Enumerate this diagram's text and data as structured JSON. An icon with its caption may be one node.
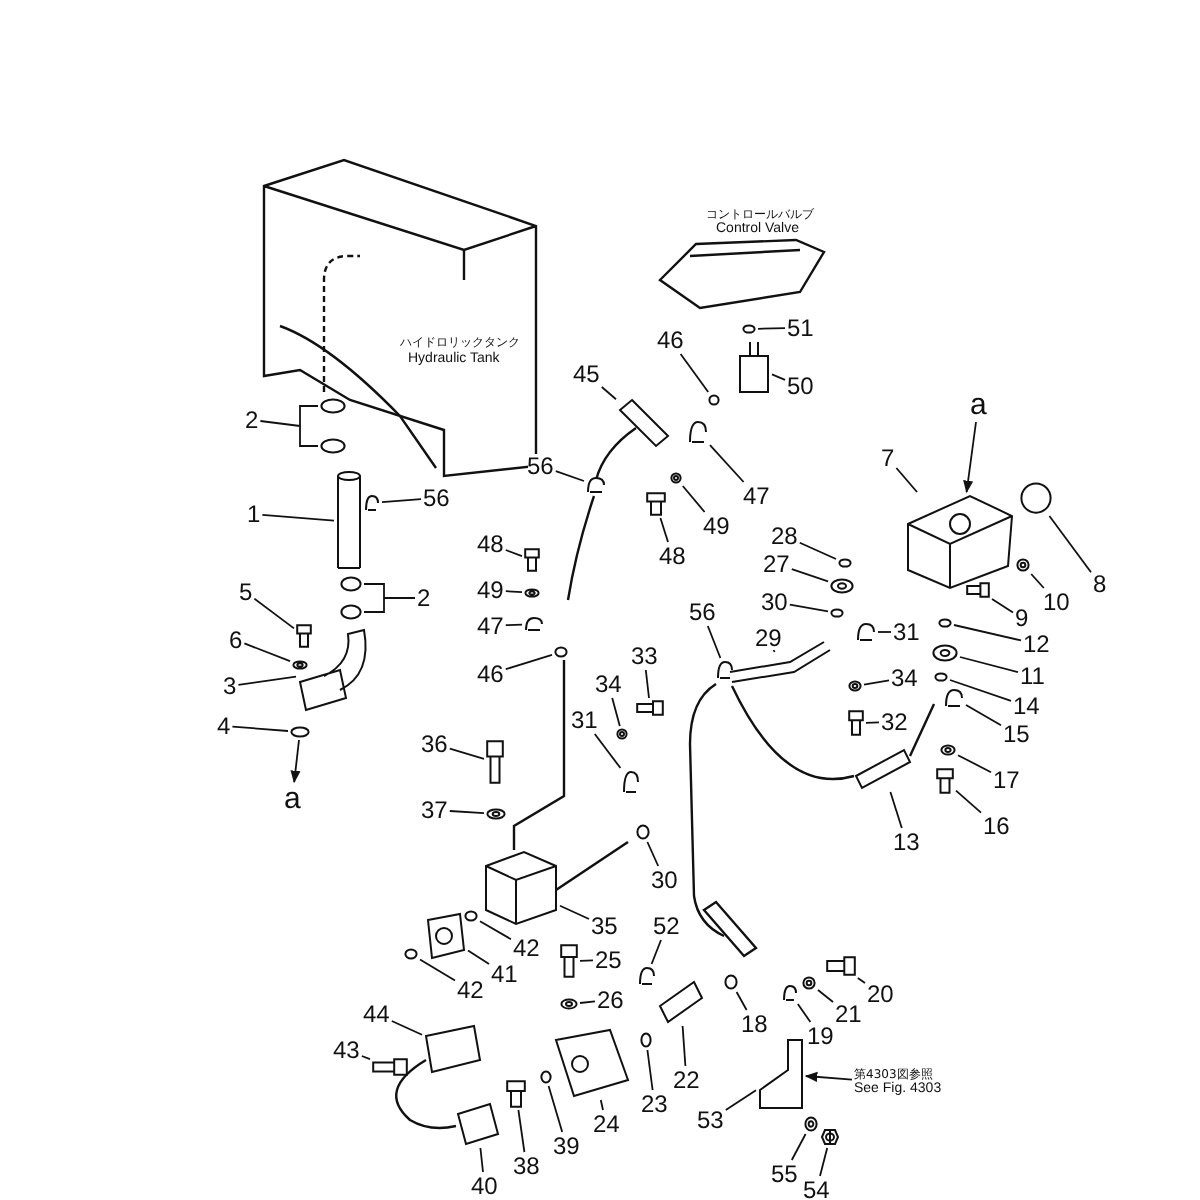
{
  "diagram": {
    "nodes": [
      {
        "text": [
          "ハイドロリックタンク",
          "Hydraulic Tank"
        ]
      },
      {
        "text": [
          "コントロールバルブ",
          "Control Valve"
        ]
      },
      {
        "text": [
          "第4303図参照",
          "See Fig. 4303"
        ]
      },
      {
        "text": [
          "a"
        ]
      },
      {
        "text": [
          "a"
        ]
      },
      {
        "text": [
          "2"
        ]
      },
      {
        "text": [
          "1"
        ]
      },
      {
        "text": [
          "56"
        ]
      },
      {
        "text": [
          "5"
        ]
      },
      {
        "text": [
          "2"
        ]
      },
      {
        "text": [
          "6"
        ]
      },
      {
        "text": [
          "3"
        ]
      },
      {
        "text": [
          "4"
        ]
      },
      {
        "text": [
          "36"
        ]
      },
      {
        "text": [
          "37"
        ]
      },
      {
        "text": [
          "48"
        ]
      },
      {
        "text": [
          "49"
        ]
      },
      {
        "text": [
          "47"
        ]
      },
      {
        "text": [
          "46"
        ]
      },
      {
        "text": [
          "56"
        ]
      },
      {
        "text": [
          "33"
        ]
      },
      {
        "text": [
          "34"
        ]
      },
      {
        "text": [
          "31"
        ]
      },
      {
        "text": [
          "30"
        ]
      },
      {
        "text": [
          "35"
        ]
      },
      {
        "text": [
          "42"
        ]
      },
      {
        "text": [
          "41"
        ]
      },
      {
        "text": [
          "42"
        ]
      },
      {
        "text": [
          "44"
        ]
      },
      {
        "text": [
          "43"
        ]
      },
      {
        "text": [
          "40"
        ]
      },
      {
        "text": [
          "38"
        ]
      },
      {
        "text": [
          "39"
        ]
      },
      {
        "text": [
          "24"
        ]
      },
      {
        "text": [
          "25"
        ]
      },
      {
        "text": [
          "26"
        ]
      },
      {
        "text": [
          "52"
        ]
      },
      {
        "text": [
          "23"
        ]
      },
      {
        "text": [
          "22"
        ]
      },
      {
        "text": [
          "53"
        ]
      },
      {
        "text": [
          "18"
        ]
      },
      {
        "text": [
          "20"
        ]
      },
      {
        "text": [
          "21"
        ]
      },
      {
        "text": [
          "19"
        ]
      },
      {
        "text": [
          "55"
        ]
      },
      {
        "text": [
          "54"
        ]
      },
      {
        "text": [
          "13"
        ]
      },
      {
        "text": [
          "16"
        ]
      },
      {
        "text": [
          "17"
        ]
      },
      {
        "text": [
          "15"
        ]
      },
      {
        "text": [
          "14"
        ]
      },
      {
        "text": [
          "11"
        ]
      },
      {
        "text": [
          "12"
        ]
      },
      {
        "text": [
          "9"
        ]
      },
      {
        "text": [
          "10"
        ]
      },
      {
        "text": [
          "8"
        ]
      },
      {
        "text": [
          "7"
        ]
      },
      {
        "text": [
          "28"
        ]
      },
      {
        "text": [
          "27"
        ]
      },
      {
        "text": [
          "30"
        ]
      },
      {
        "text": [
          "29"
        ]
      },
      {
        "text": [
          "31"
        ]
      },
      {
        "text": [
          "34"
        ]
      },
      {
        "text": [
          "32"
        ]
      },
      {
        "text": [
          "46"
        ]
      },
      {
        "text": [
          "51"
        ]
      },
      {
        "text": [
          "50"
        ]
      },
      {
        "text": [
          "45"
        ]
      },
      {
        "text": [
          "47"
        ]
      },
      {
        "text": [
          "49"
        ]
      },
      {
        "text": [
          "48"
        ]
      },
      {
        "text": [
          "56"
        ]
      },
      {
        "text": [],
        "shape": "picture"
      },
      {
        "text": [],
        "shape": "picture"
      },
      {
        "text": [],
        "shape": "picture"
      },
      {
        "text": [],
        "shape": "picture"
      },
      {
        "text": [],
        "shape": "picture"
      },
      {
        "text": [],
        "shape": "picture"
      },
      {
        "text": [],
        "shape": "picture"
      },
      {
        "text": [],
        "shape": "picture"
      },
      {
        "text": [],
        "shape": "picture"
      },
      {
        "text": [],
        "shape": "picture"
      },
      {
        "text": [],
        "shape": "picture"
      },
      {
        "text": [],
        "shape": "picture"
      },
      {
        "text": [],
        "shape": "picture"
      },
      {
        "text": [],
        "shape": "picture"
      },
      {
        "text": [],
        "shape": "picture"
      },
      {
        "text": [],
        "shape": "picture"
      },
      {
        "text": [],
        "shape": "picture"
      },
      {
        "text": [],
        "shape": "picture"
      },
      {
        "text": [],
        "shape": "picture"
      },
      {
        "text": [],
        "shape": "picture"
      },
      {
        "text": [],
        "shape": "picture"
      },
      {
        "text": [],
        "shape": "picture"
      },
      {
        "text": [],
        "shape": "picture"
      },
      {
        "text": [],
        "shape": "picture"
      },
      {
        "text": [],
        "shape": "picture"
      },
      {
        "text": [],
        "shape": "picture"
      },
      {
        "text": [],
        "shape": "picture"
      },
      {
        "text": [],
        "shape": "picture"
      },
      {
        "text": [],
        "shape": "picture"
      },
      {
        "text": [],
        "shape": "picture"
      },
      {
        "text": [],
        "shape": "picture"
      },
      {
        "text": [],
        "shape": "picture"
      },
      {
        "text": [],
        "shape": "picture"
      },
      {
        "text": [],
        "shape": "picture"
      },
      {
        "text": [],
        "shape": "picture"
      },
      {
        "text": [],
        "shape": "picture"
      },
      {
        "text": [],
        "shape": "picture"
      },
      {
        "text": [],
        "shape": "picture"
      },
      {
        "text": [],
        "shape": "picture"
      },
      {
        "text": [],
        "shape": "picture"
      },
      {
        "text": [],
        "shape": "picture"
      },
      {
        "text": [],
        "shape": "picture"
      },
      {
        "text": [],
        "shape": "picture"
      },
      {
        "text": [],
        "shape": "picture"
      },
      {
        "text": [],
        "shape": "picture"
      },
      {
        "text": [],
        "shape": "picture"
      },
      {
        "text": [],
        "shape": "picture"
      },
      {
        "text": [],
        "shape": "picture"
      },
      {
        "text": [],
        "shape": "picture"
      },
      {
        "text": [],
        "shape": "picture"
      },
      {
        "text": [],
        "shape": "picture"
      },
      {
        "text": [],
        "shape": "picture"
      },
      {
        "text": [],
        "shape": "picture"
      },
      {
        "text": [],
        "shape": "picture"
      },
      {
        "text": [],
        "shape": "picture"
      },
      {
        "text": [],
        "shape": "picture"
      },
      {
        "text": [],
        "shape": "picture"
      },
      {
        "text": [],
        "shape": "picture"
      },
      {
        "text": [],
        "shape": "picture"
      },
      {
        "text": [],
        "shape": "picture"
      },
      {
        "text": [],
        "shape": "picture"
      },
      {
        "text": [],
        "shape": "picture"
      },
      {
        "text": [],
        "shape": "picture"
      },
      {
        "text": [],
        "shape": "picture"
      },
      {
        "text": [],
        "shape": "picture"
      },
      {
        "text": [],
        "shape": "picture"
      },
      {
        "text": [],
        "shape": "picture"
      },
      {
        "text": [],
        "shape": "picture"
      },
      {
        "text": [],
        "shape": "picture"
      }
    ],
    "edges": [
      {
        "from": 81,
        "to": 3,
        "arrow": "to"
      },
      {
        "from": 4,
        "to": 125,
        "arrow": "to"
      },
      {
        "from": 2,
        "to": 108,
        "arrow": "to"
      },
      {
        "from": 5,
        "to": 72,
        "arrow": "none"
      },
      {
        "from": 5,
        "to": 73,
        "arrow": "none"
      },
      {
        "from": 6,
        "to": 74,
        "arrow": "none"
      },
      {
        "from": 7,
        "to": 75,
        "arrow": "none"
      },
      {
        "from": 8,
        "to": 76,
        "arrow": "none"
      },
      {
        "from": 9,
        "to": 77,
        "arrow": "none"
      },
      {
        "from": 9,
        "to": 78,
        "arrow": "none"
      },
      {
        "from": 10,
        "to": 79,
        "arrow": "none"
      },
      {
        "from": 11,
        "to": 80,
        "arrow": "none"
      },
      {
        "from": 12,
        "to": 81,
        "arrow": "none"
      },
      {
        "from": 13,
        "to": 82,
        "arrow": "none"
      },
      {
        "from": 14,
        "to": 83,
        "arrow": "none"
      },
      {
        "from": 15,
        "to": 84,
        "arrow": "none"
      },
      {
        "from": 16,
        "to": 85,
        "arrow": "none"
      },
      {
        "from": 17,
        "to": 86,
        "arrow": "none"
      },
      {
        "from": 18,
        "to": 87,
        "arrow": "none"
      },
      {
        "from": 19,
        "to": 88,
        "arrow": "none"
      },
      {
        "from": 20,
        "to": 89,
        "arrow": "none"
      },
      {
        "from": 21,
        "to": 90,
        "arrow": "none"
      },
      {
        "from": 22,
        "to": 91,
        "arrow": "none"
      },
      {
        "from": 23,
        "to": 92,
        "arrow": "none"
      },
      {
        "from": 24,
        "to": 93,
        "arrow": "none"
      },
      {
        "from": 25,
        "to": 94,
        "arrow": "none"
      },
      {
        "from": 26,
        "to": 95,
        "arrow": "none"
      },
      {
        "from": 27,
        "to": 96,
        "arrow": "none"
      },
      {
        "from": 28,
        "to": 97,
        "arrow": "none"
      },
      {
        "from": 29,
        "to": 98,
        "arrow": "none"
      },
      {
        "from": 30,
        "to": 99,
        "arrow": "none"
      },
      {
        "from": 31,
        "to": 100,
        "arrow": "none"
      },
      {
        "from": 32,
        "to": 101,
        "arrow": "none"
      },
      {
        "from": 33,
        "to": 102,
        "arrow": "none"
      },
      {
        "from": 34,
        "to": 103,
        "arrow": "none"
      },
      {
        "from": 35,
        "to": 104,
        "arrow": "none"
      },
      {
        "from": 36,
        "to": 105,
        "arrow": "none"
      },
      {
        "from": 37,
        "to": 106,
        "arrow": "none"
      },
      {
        "from": 38,
        "to": 107,
        "arrow": "none"
      },
      {
        "from": 39,
        "to": 108,
        "arrow": "none"
      },
      {
        "from": 40,
        "to": 109,
        "arrow": "none"
      },
      {
        "from": 41,
        "to": 110,
        "arrow": "none"
      },
      {
        "from": 42,
        "to": 111,
        "arrow": "none"
      },
      {
        "from": 43,
        "to": 112,
        "arrow": "none"
      },
      {
        "from": 44,
        "to": 113,
        "arrow": "none"
      },
      {
        "from": 45,
        "to": 114,
        "arrow": "none"
      },
      {
        "from": 46,
        "to": 115,
        "arrow": "none"
      },
      {
        "from": 47,
        "to": 116,
        "arrow": "none"
      },
      {
        "from": 48,
        "to": 117,
        "arrow": "none"
      },
      {
        "from": 49,
        "to": 118,
        "arrow": "none"
      },
      {
        "from": 50,
        "to": 119,
        "arrow": "none"
      },
      {
        "from": 51,
        "to": 120,
        "arrow": "none"
      },
      {
        "from": 52,
        "to": 121,
        "arrow": "none"
      },
      {
        "from": 53,
        "to": 122,
        "arrow": "none"
      },
      {
        "from": 54,
        "to": 123,
        "arrow": "none"
      },
      {
        "from": 55,
        "to": 124,
        "arrow": "none"
      },
      {
        "from": 56,
        "to": 125,
        "arrow": "none"
      },
      {
        "from": 57,
        "to": 126,
        "arrow": "none"
      },
      {
        "from": 58,
        "to": 127,
        "arrow": "none"
      },
      {
        "from": 59,
        "to": 128,
        "arrow": "none"
      },
      {
        "from": 60,
        "to": 129,
        "arrow": "none"
      },
      {
        "from": 61,
        "to": 130,
        "arrow": "none"
      },
      {
        "from": 62,
        "to": 131,
        "arrow": "none"
      },
      {
        "from": 63,
        "to": 132,
        "arrow": "none"
      },
      {
        "from": 64,
        "to": 133,
        "arrow": "none"
      },
      {
        "from": 65,
        "to": 134,
        "arrow": "none"
      },
      {
        "from": 66,
        "to": 135,
        "arrow": "none"
      },
      {
        "from": 67,
        "to": 136,
        "arrow": "none"
      },
      {
        "from": 68,
        "to": 137,
        "arrow": "none"
      },
      {
        "from": 69,
        "to": 138,
        "arrow": "none"
      },
      {
        "from": 70,
        "to": 139,
        "arrow": "none"
      },
      {
        "from": 71,
        "to": 140,
        "arrow": "none"
      }
    ]
  }
}
